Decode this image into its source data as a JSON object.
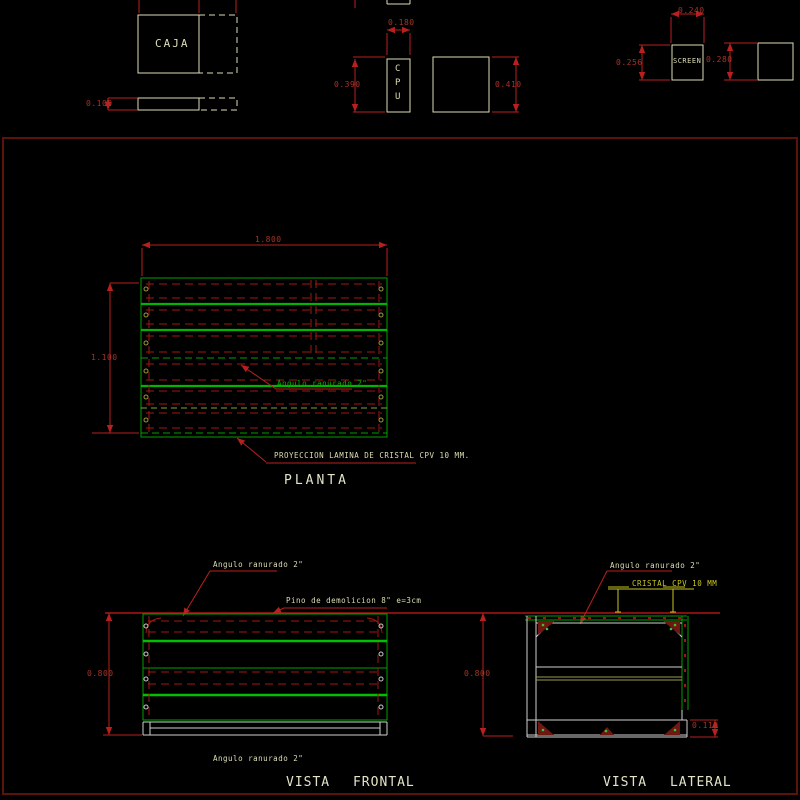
{
  "colors": {
    "background": "#000000",
    "outline_cream": "#ddddb5",
    "dimension_red": "#b82020",
    "frame_maroon": "#5c130c",
    "green": "#00a000",
    "bright_green": "#00c000",
    "yellow": "#c8c820",
    "white_gray": "#cfcfcf"
  },
  "top_views": {
    "caja": {
      "label": "CAJA",
      "height_dim": "0.100"
    },
    "cpu": {
      "letters": [
        "C",
        "P",
        "U"
      ],
      "width_dim": "0.180",
      "height_dim": "0.390"
    },
    "monitor": {
      "height_dim": "0.410"
    },
    "screen": {
      "label": "SCREEN",
      "width_dim": "0.240",
      "left_height_dim": "0.256",
      "right_height_dim": "0.280"
    }
  },
  "planta": {
    "title": "PLANTA",
    "width_dim": "1.800",
    "height_dim": "1.100",
    "annotations": {
      "angulo": "Angulo ranurado 2\"",
      "proyeccion": "PROYECCION LAMINA DE CRISTAL CPV 10 MM."
    }
  },
  "vista_frontal": {
    "title": "VISTA FRONTAL",
    "height_dim": "0.800",
    "annotations": {
      "angulo_top": "Angulo ranurado 2\"",
      "pino": "Pino de demolicion 8\" e=3cm",
      "angulo_bottom": "Angulo ranurado 2\""
    }
  },
  "vista_lateral": {
    "title": "VISTA LATERAL",
    "height_dim": "0.800",
    "base_height_dim": "0.110",
    "annotations": {
      "angulo": "Angulo ranurado 2\"",
      "cristal": "CRISTAL CPV 10 MM"
    }
  }
}
